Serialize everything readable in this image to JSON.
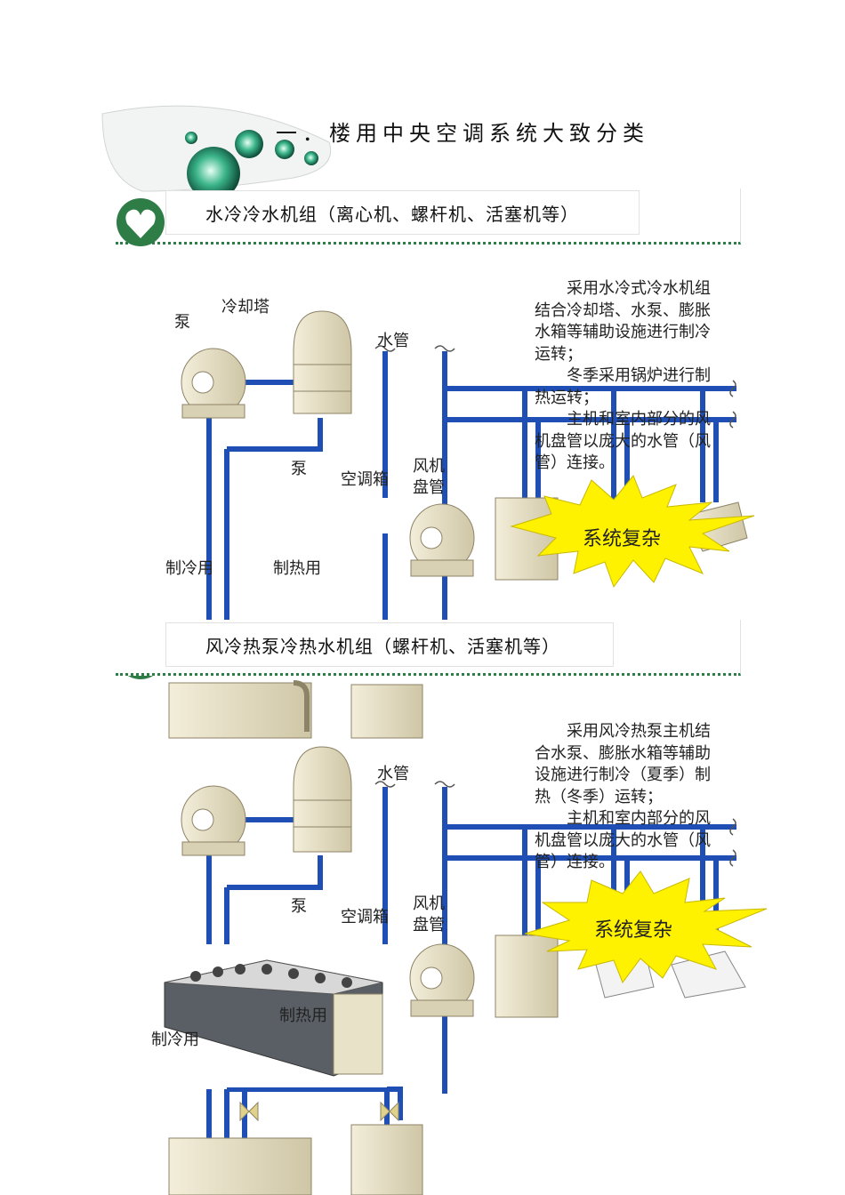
{
  "page": {
    "title": "一．楼用中央空调系统大致分类"
  },
  "sections": [
    {
      "heading": "水冷冷水机组（离心机、螺杆机、活塞机等）",
      "labels": {
        "cooling_tower": "冷却塔",
        "pump_top": "泵",
        "water_pipe": "水管",
        "pump_mid": "泵",
        "ahu": "空调箱",
        "fcu": "风机\n盘管",
        "cooling_use": "制冷用",
        "heating_use": "制热用"
      },
      "description": [
        "采用水冷式冷水机组结合冷却塔、水泵、膨胀水箱等辅助设施进行制冷运转；",
        "冬季采用锅炉进行制热运转；",
        "主机和室内部分的风机盘管以庞大的水管（风管）连接。"
      ],
      "burst": "系统复杂"
    },
    {
      "heading": "风冷热泵冷热水机组（螺杆机、活塞机等）",
      "labels": {
        "water_pipe": "水管",
        "pump_mid": "泵",
        "ahu": "空调箱",
        "fcu": "风机\n盘管",
        "cooling_use": "制冷用",
        "heating_use": "制热用"
      },
      "description": [
        "采用风冷热泵主机结合水泵、膨胀水箱等辅助设施进行制冷（夏季）制热（冬季）运转；",
        "主机和室内部分的风机盘管以庞大的水管（风管）连接。"
      ],
      "burst": "系统复杂"
    }
  ],
  "colors": {
    "pipe": "#1f4fb5",
    "accent_green": "#2e7d46",
    "burst": "#fff200",
    "equipment": "#ece6cf"
  }
}
